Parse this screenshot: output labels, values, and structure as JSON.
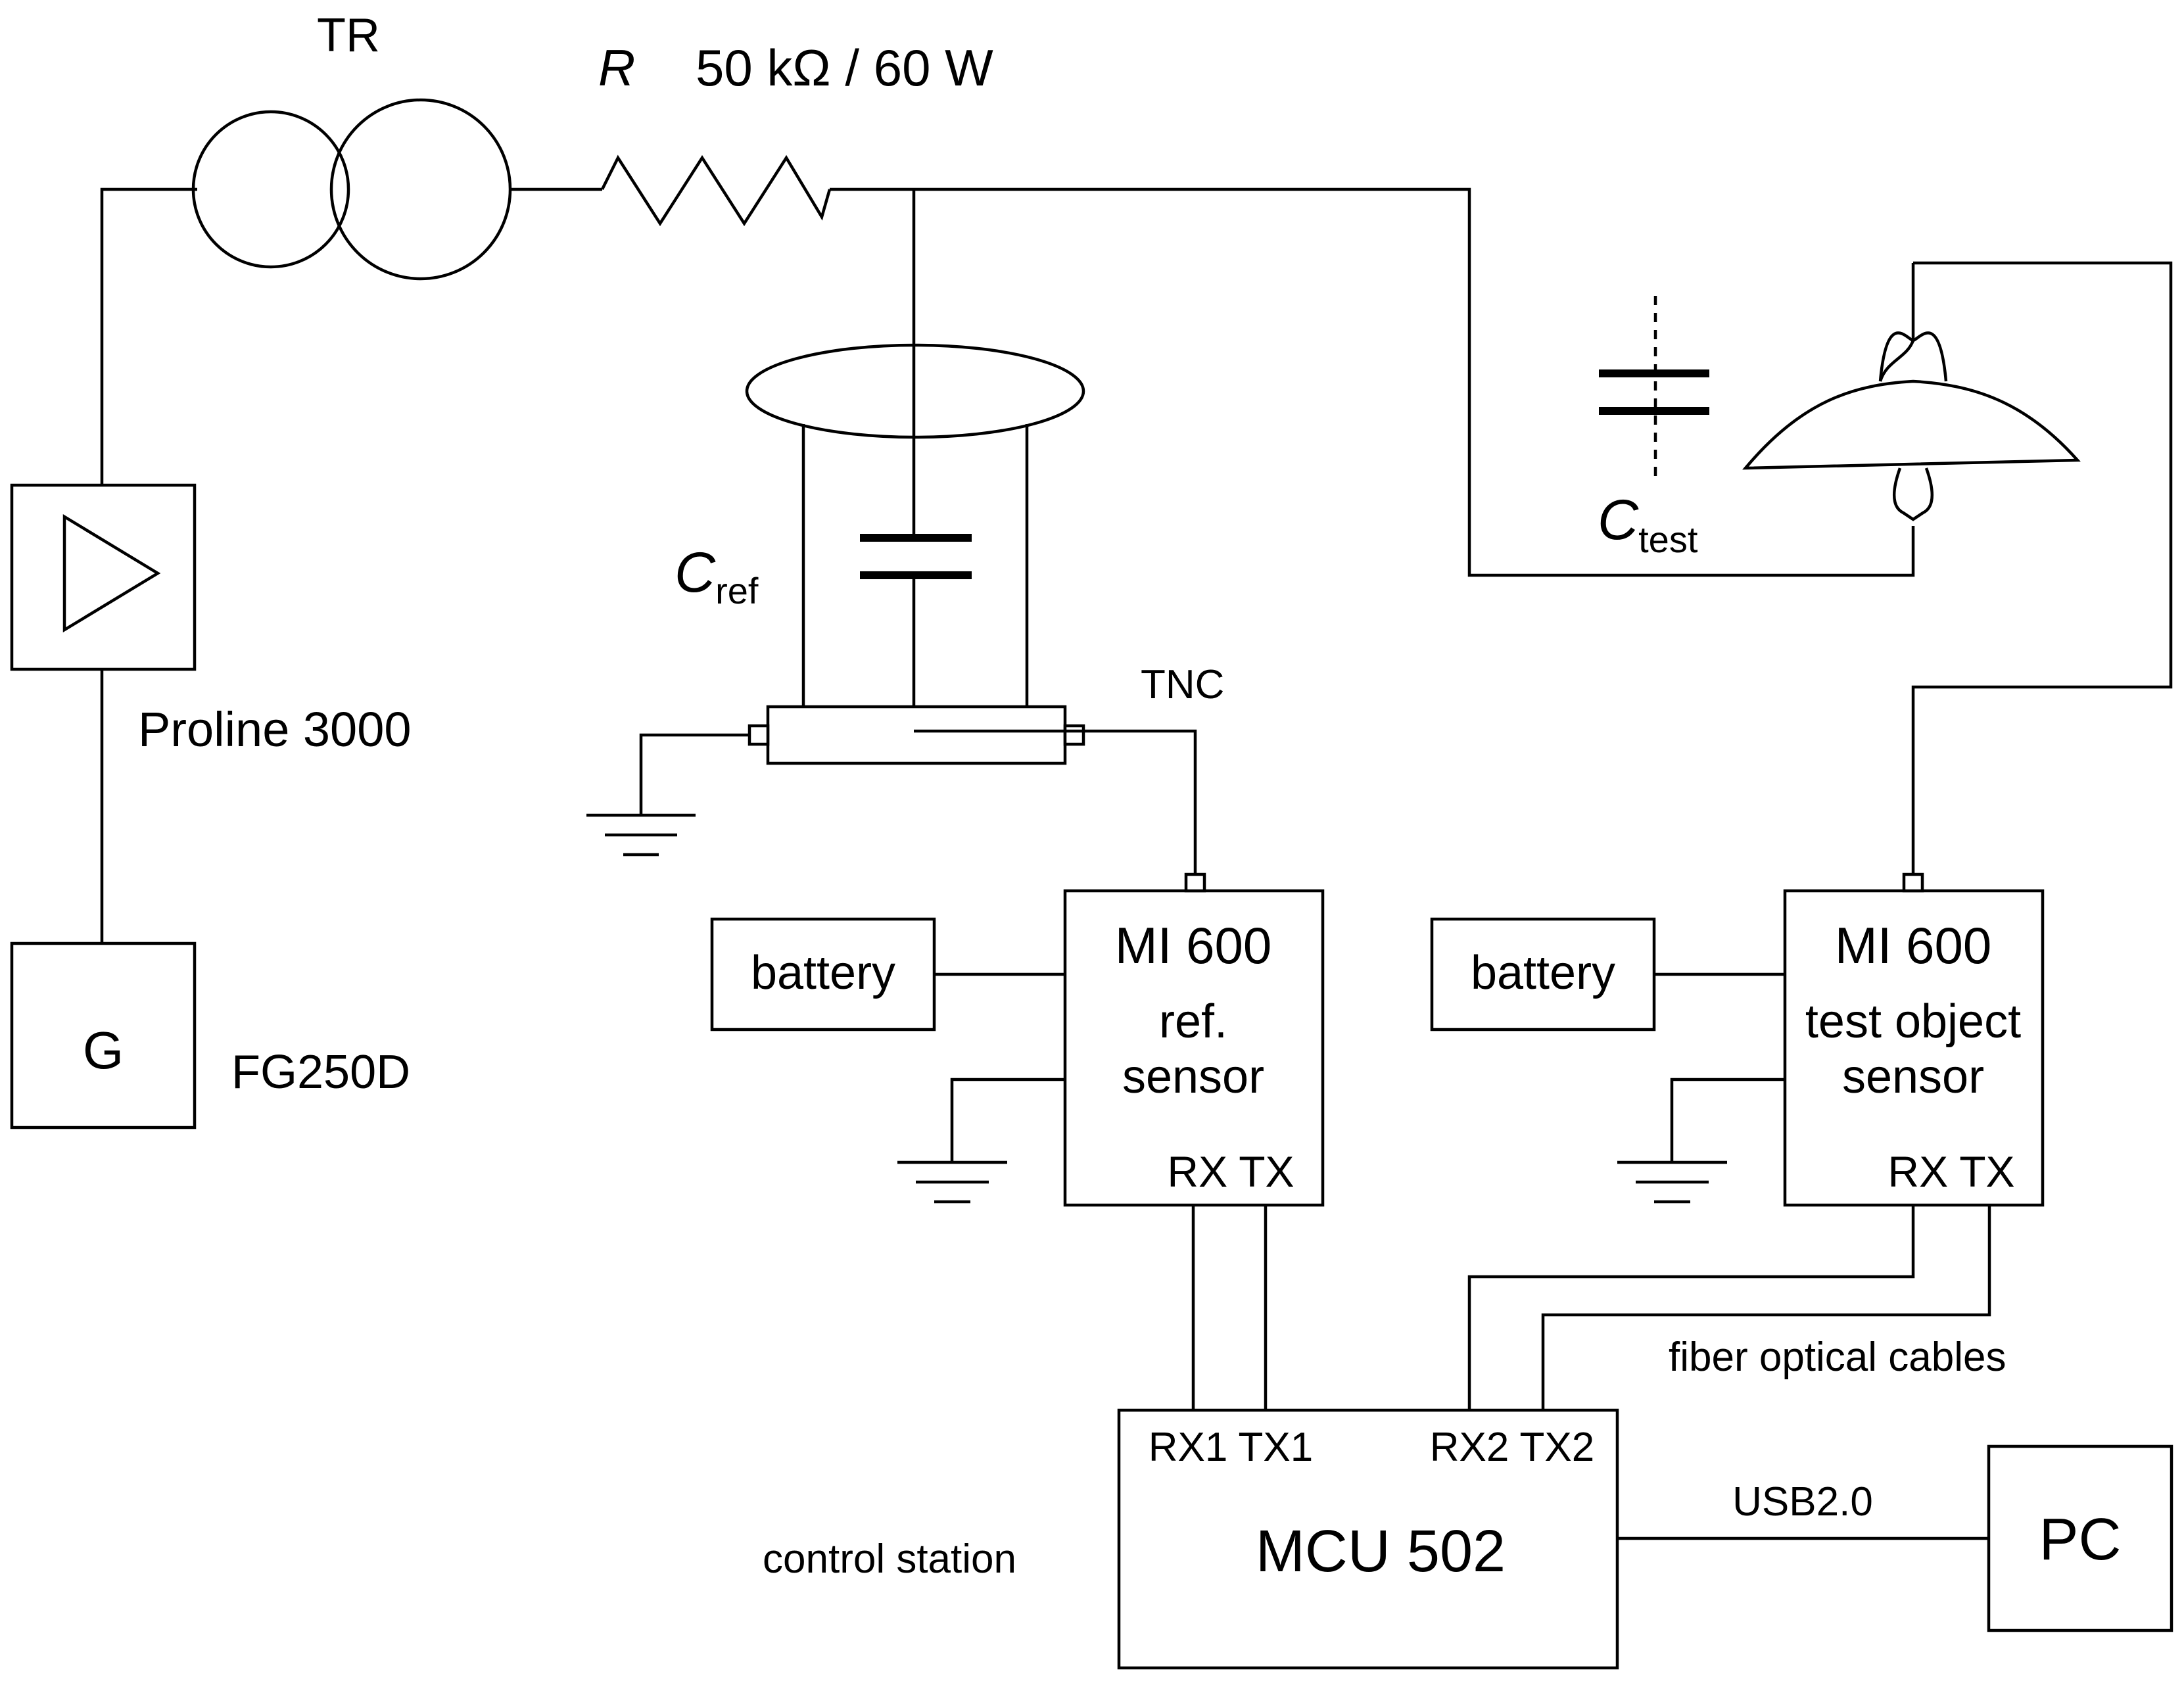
{
  "labels": {
    "tr": "TR",
    "r_symbol": "R",
    "r_value": "50 kΩ / 60 W",
    "proline": "Proline 3000",
    "generator": "G",
    "fg250d": "FG250D",
    "cref_main": "C",
    "cref_sub": "ref",
    "ctest_main": "C",
    "ctest_sub": "test",
    "tnc": "TNC",
    "battery_left": "battery",
    "battery_right": "battery",
    "mi600_left_title": "MI 600",
    "mi600_left_line1": "ref.",
    "mi600_left_line2": "sensor",
    "mi600_left_ports": "RX TX",
    "mi600_right_title": "MI 600",
    "mi600_right_line1": "test object",
    "mi600_right_line2": "sensor",
    "mi600_right_ports": "RX TX",
    "fiber": "fiber optical cables",
    "mcu_ports_1": "RX1 TX1",
    "mcu_ports_2": "RX2 TX2",
    "mcu": "MCU 502",
    "control_station": "control station",
    "usb": "USB2.0",
    "pc": "PC"
  }
}
